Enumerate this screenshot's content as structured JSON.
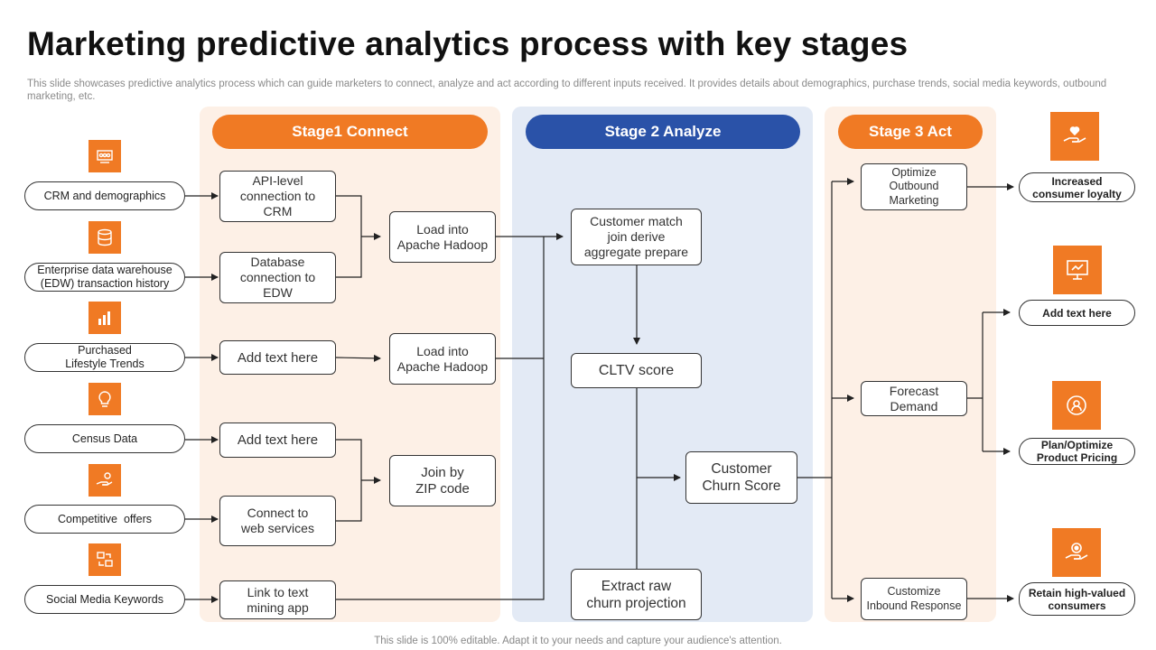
{
  "title": "Marketing predictive analytics process with key stages",
  "subtitle": "This slide showcases predictive analytics process which can guide marketers to connect, analyze and act according to different inputs received. It provides details about demographics, purchase trends, social media keywords, outbound marketing, etc.",
  "footer": "This slide is 100% editable. Adapt it to your needs and capture your audience's attention.",
  "colors": {
    "orange": "#f07a24",
    "blue": "#2a52a8",
    "panel_orange": "#fdf0e6",
    "panel_blue": "#e3eaf5"
  },
  "stages": {
    "connect": "Stage1  Connect",
    "analyze": "Stage 2  Analyze",
    "act": "Stage 3  Act"
  },
  "inputs": [
    {
      "label": "CRM and demographics",
      "icon": "crm-icon"
    },
    {
      "label": "Enterprise data warehouse\n(EDW) transaction history",
      "icon": "database-icon"
    },
    {
      "label": "Purchased\nLifestyle Trends",
      "icon": "trends-icon"
    },
    {
      "label": "Census Data",
      "icon": "lightbulb-icon"
    },
    {
      "label": "Competitive  offers",
      "icon": "hand-offer-icon"
    },
    {
      "label": "Social Media Keywords",
      "icon": "social-media-icon"
    }
  ],
  "connect": {
    "api": "API-level\nconnection to\nCRM",
    "database": "Database\nconnection to\nEDW",
    "add_text_1": "Add text here",
    "add_text_2": "Add text here",
    "web_services": "Connect to\nweb services",
    "text_mining": "Link to text\nmining app",
    "hadoop_1": "Load into\nApache Hadoop",
    "hadoop_2": "Load into\nApache Hadoop",
    "zip": "Join by\nZIP code"
  },
  "analyze": {
    "customer_match": "Customer match\njoin derive\naggregate prepare",
    "cltv": "CLTV score",
    "churn_score": "Customer\nChurn Score",
    "extract": "Extract raw\nchurn projection"
  },
  "act": {
    "outbound": "Optimize\nOutbound\nMarketing",
    "forecast": "Forecast\nDemand",
    "inbound": "Customize\nInbound Response"
  },
  "outcomes": [
    {
      "label": "Increased\nconsumer loyalty",
      "icon": "loyalty-icon"
    },
    {
      "label": "Add text here",
      "icon": "presentation-icon"
    },
    {
      "label": "Plan/Optimize\nProduct Pricing",
      "icon": "pricing-icon"
    },
    {
      "label": "Retain high-valued\nconsumers",
      "icon": "retain-icon"
    }
  ]
}
